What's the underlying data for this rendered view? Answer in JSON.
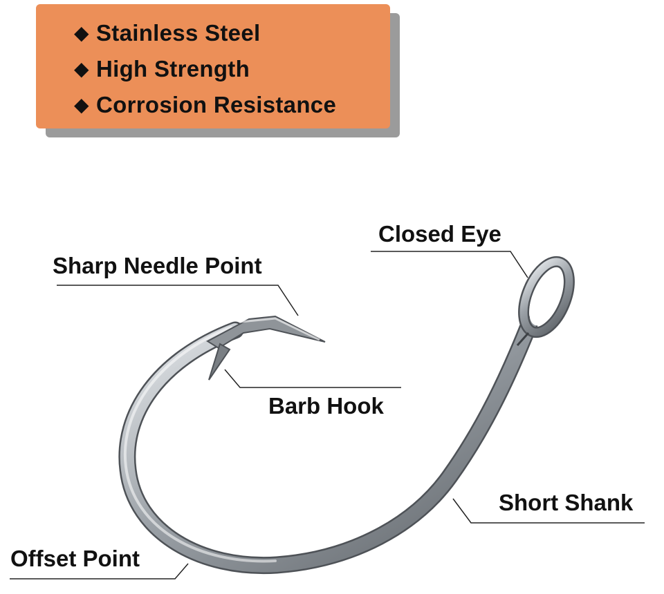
{
  "features": {
    "items": [
      {
        "label": "Stainless Steel",
        "bullet_icon": "diamond-bullet"
      },
      {
        "label": "High Strength",
        "bullet_icon": "diamond-bullet"
      },
      {
        "label": "Corrosion Resistance",
        "bullet_icon": "diamond-bullet"
      }
    ],
    "bullet_glyph": "◆"
  },
  "callouts": {
    "closed_eye": "Closed Eye",
    "sharp_needle_point": "Sharp Needle Point",
    "barb_hook": "Barb Hook",
    "short_shank": "Short Shank",
    "offset_point": "Offset Point"
  },
  "colors": {
    "feature_box": "#ec8f58",
    "feature_shadow": "#9b9b9b",
    "hook_steel": "#8f9499"
  }
}
